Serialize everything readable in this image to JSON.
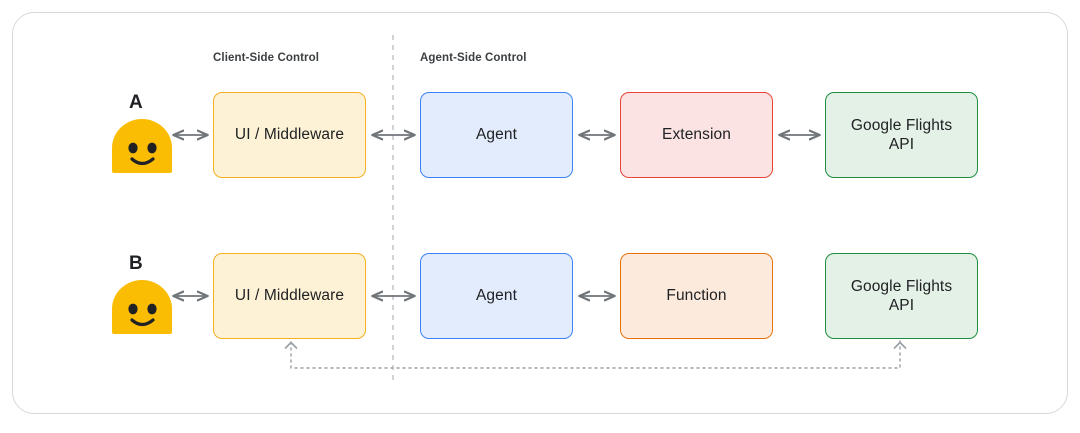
{
  "diagram": {
    "title_labels": {
      "client_side": "Client-Side Control",
      "agent_side": "Agent-Side Control"
    },
    "rows": [
      {
        "id": "A",
        "letter": "A",
        "avatar": "user-smiley-avatar",
        "nodes": [
          {
            "name": "ui-middleware",
            "label": "UI / Middleware",
            "fill": "#FDF2D6",
            "border": "#F5B024"
          },
          {
            "name": "agent",
            "label": "Agent",
            "fill": "#E3ECFD",
            "border": "#3C82F6"
          },
          {
            "name": "extension",
            "label": "Extension",
            "fill": "#FCE3E3",
            "border": "#EA4335"
          },
          {
            "name": "google-flights-api",
            "label": "Google Flights\nAPI",
            "fill": "#E3F1E6",
            "border": "#1E8E3E"
          }
        ]
      },
      {
        "id": "B",
        "letter": "B",
        "avatar": "user-smiley-avatar",
        "nodes": [
          {
            "name": "ui-middleware",
            "label": "UI / Middleware",
            "fill": "#FDF2D6",
            "border": "#F5B024"
          },
          {
            "name": "agent",
            "label": "Agent",
            "fill": "#E3ECFD",
            "border": "#3C82F6"
          },
          {
            "name": "function",
            "label": "Function",
            "fill": "#FCEBDC",
            "border": "#E8710A"
          },
          {
            "name": "google-flights-api",
            "label": "Google Flights\nAPI",
            "fill": "#E3F1E6",
            "border": "#1E8E3E"
          }
        ]
      }
    ],
    "connectors": {
      "bidirectional_arrow_color": "#70757a",
      "dotted_return_path_color": "#9aa0a6",
      "divider_color": "#bdc1c6",
      "divider_style": "dashed-vertical"
    },
    "colors": {
      "avatar_fill": "#FBBC04",
      "avatar_feature": "#202124",
      "frame_border": "#d8d8dc",
      "background": "#ffffff",
      "text": "#202124"
    }
  }
}
